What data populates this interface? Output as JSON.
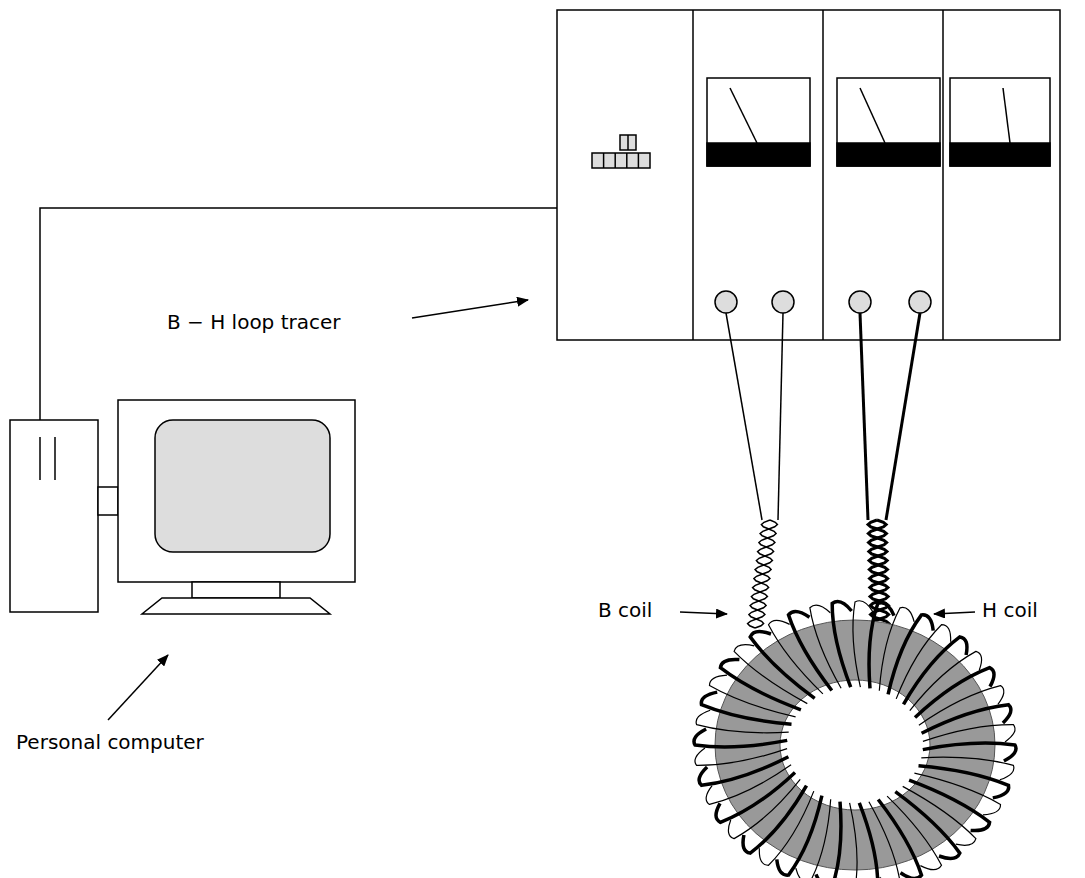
{
  "diagram": {
    "labels": [
      "B − H loop tracer",
      "Personal computer",
      "B coil",
      "H coil"
    ]
  }
}
